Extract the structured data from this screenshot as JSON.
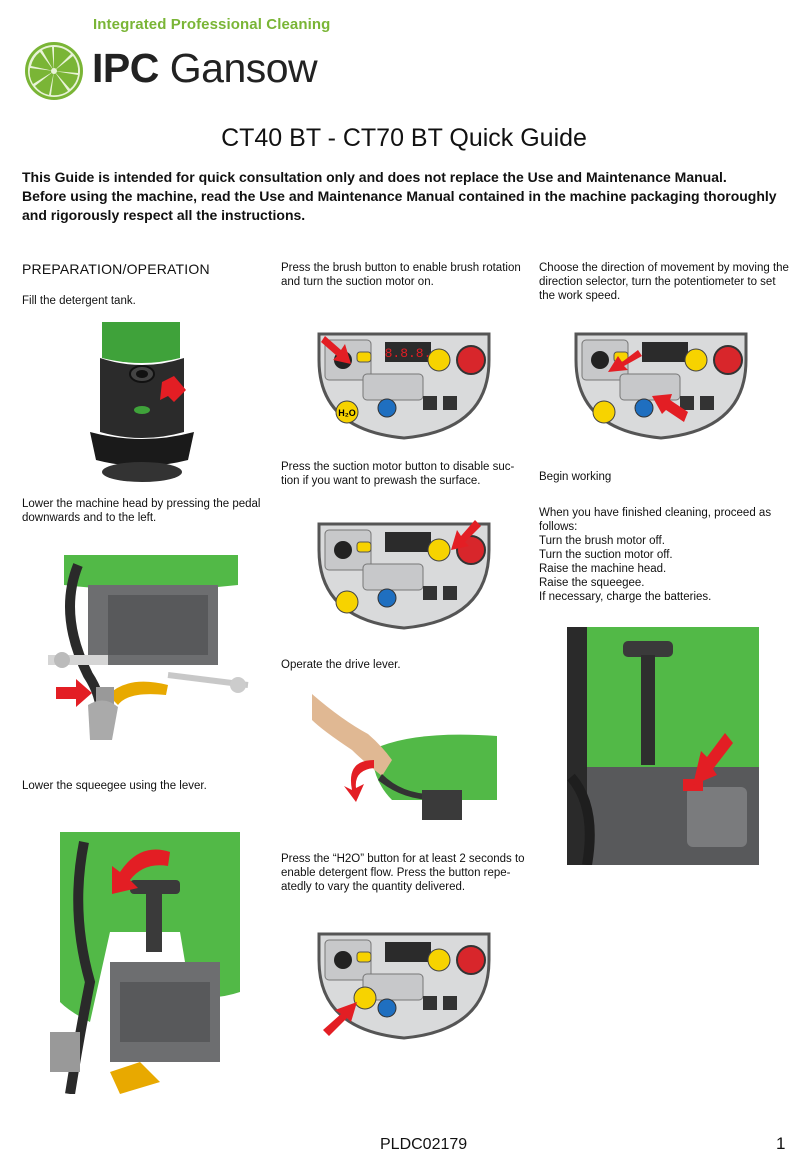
{
  "brand": {
    "tagline": "Integrated Professional Cleaning",
    "name_bold": "IPC",
    "name_light": " Gansow",
    "logo_icon": "citrus-slice-icon",
    "color_green": "#7ab536"
  },
  "document": {
    "title": "CT40 BT - CT70 BT Quick Guide",
    "intro_line1": "This Guide is intended for quick consultation only and does not replace the Use and Maintenance Manual.",
    "intro_line2": "Before using the machine, read the Use and Maintenance Manual contained in the machine packaging thoroughly and rigorously respect all the instructions."
  },
  "col1": {
    "section_heading": "PREPARATION/OPERATION",
    "step1": "Fill the detergent tank.",
    "step2": "Lower the machine head by pressing the pedal downwards and to the left.",
    "step3": "Lower the squeegee using the lever."
  },
  "col2": {
    "step1": "Press the brush button to enable brush rotation and turn the suction motor on.",
    "step2": "Press the suction motor button to disable suc-tion if you want to prewash the surface.",
    "step3": "Operate the drive lever.",
    "step4": "Press the “H2O” button for at least 2 seconds to enable detergent flow. Press the button repe-atedly to vary the quantity delivered."
  },
  "col3": {
    "step1": "Choose the direction of movement by moving the direction selector, turn the potentiometer to set the work speed.",
    "step2": "Begin working",
    "step3_intro": "When you have finished cleaning, proceed as follows:",
    "step3_items": [
      "Turn the brush motor off.",
      "Turn the suction motor off.",
      "Raise the machine head.",
      "Raise the squeegee.",
      "If necessary, charge the batteries."
    ]
  },
  "panel": {
    "h2o_label": "H₂O",
    "display_text": "8.8.8."
  },
  "footer": {
    "code": "PLDC02179",
    "page": "1"
  }
}
